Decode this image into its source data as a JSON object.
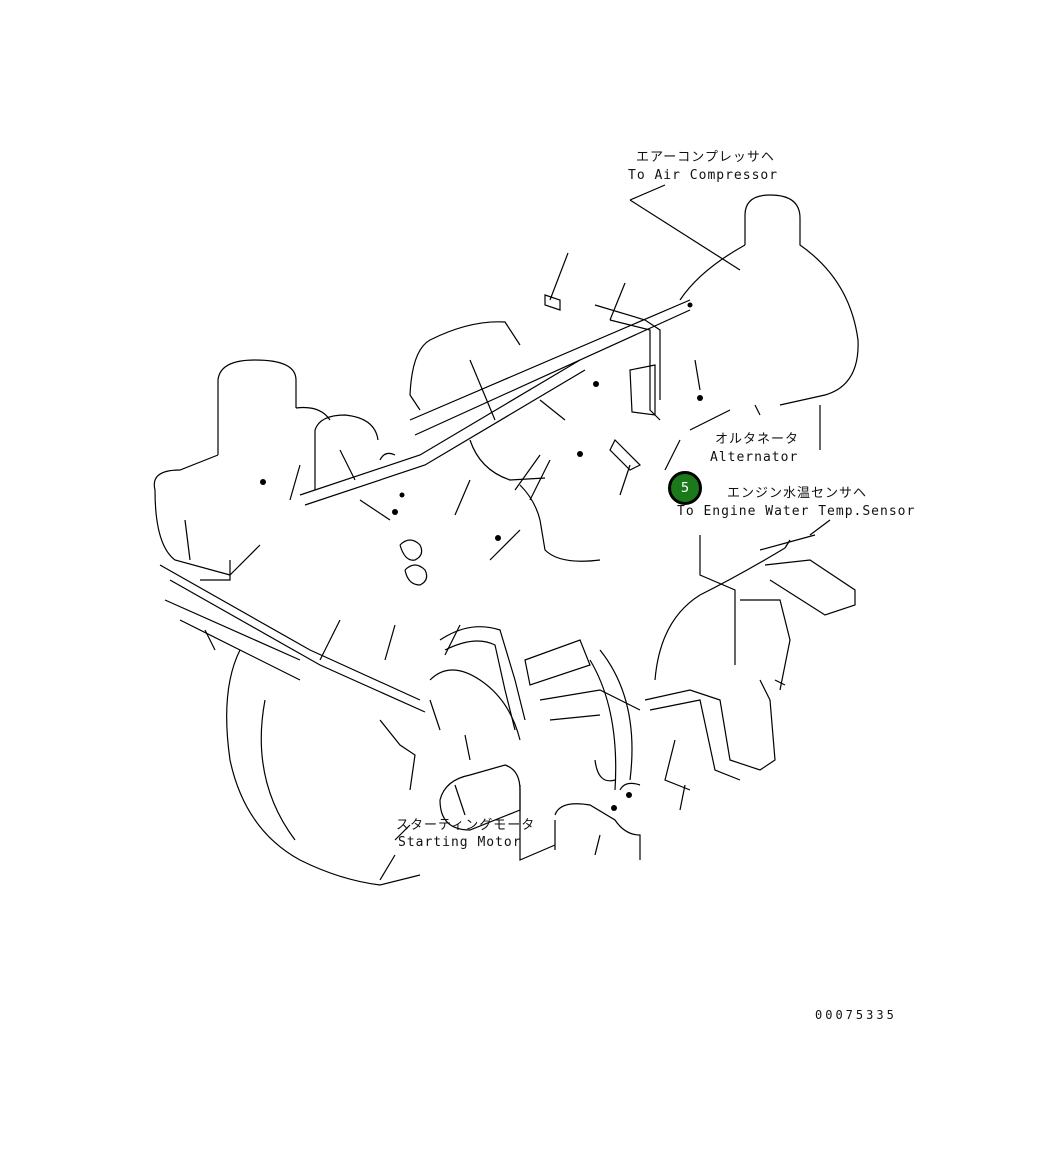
{
  "labels": {
    "air_compressor_jp": "エアーコンプレッサヘ",
    "air_compressor_en": "To Air Compressor",
    "alternator_jp": "オルタネータ",
    "alternator_en": "Alternator",
    "water_temp_jp": "エンジン水温センサヘ",
    "water_temp_en": "To Engine Water Temp.Sensor",
    "starting_motor_jp": "スターティングモータ",
    "starting_motor_en": "Starting Motor",
    "drawing_number": "00075335"
  },
  "callout": {
    "number": "5",
    "color": "#1a7a1a"
  }
}
